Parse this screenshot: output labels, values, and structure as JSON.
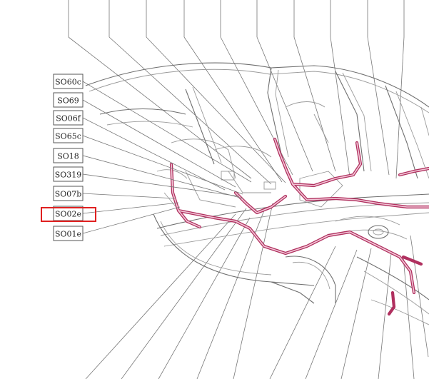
{
  "labels": [
    {
      "id": "so60c",
      "text": "SO60c"
    },
    {
      "id": "so69",
      "text": "SO69"
    },
    {
      "id": "so06f",
      "text": "SO06f"
    },
    {
      "id": "so65c",
      "text": "SO65c"
    },
    {
      "id": "so18",
      "text": "SO18"
    },
    {
      "id": "so319",
      "text": "SO319"
    },
    {
      "id": "so07b",
      "text": "SO07b"
    },
    {
      "id": "so02e",
      "text": "SO02e"
    },
    {
      "id": "so01e",
      "text": "SO01e"
    }
  ],
  "selected_label": "SO02e",
  "colors": {
    "harness": "#b0305f",
    "harness_highlight": "#f3c8d8",
    "selection_box": "#e02020"
  }
}
